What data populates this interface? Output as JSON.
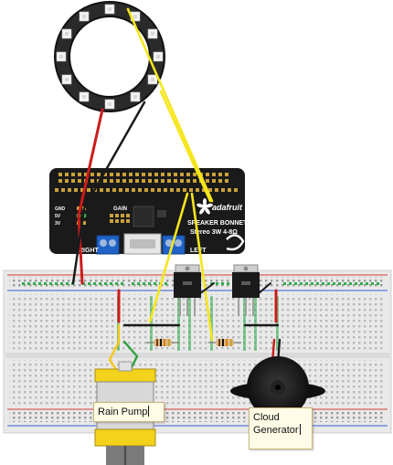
{
  "labels": {
    "rain_pump": "Rain Pump",
    "cloud_generator": "Cloud Generator"
  },
  "bonnet": {
    "brand": "adafruit",
    "name": "SPEAKER BONNET",
    "spec": "Stereo 3W 4-8Ω",
    "gain_label": "GAIN",
    "right_label": "RIGHT",
    "left_label": "LEFT",
    "pin_gnd": "GND",
    "pin_5v": "5V",
    "pin_3v": "3V"
  },
  "colors": {
    "board": "#1a1a1a",
    "breadboard": "#e8e8e8",
    "rail_red": "#d23a3a",
    "rail_blue": "#3a5cd2",
    "hole_green": "#2fae4a",
    "wire_red": "#cc1b1b",
    "wire_black": "#1a1a1a",
    "wire_yellow": "#f5e61a",
    "wire_green": "#30a040",
    "terminal_blue": "#1f63c8",
    "motor_yellow": "#f2d21a",
    "note_bg": "#fffbe6"
  }
}
